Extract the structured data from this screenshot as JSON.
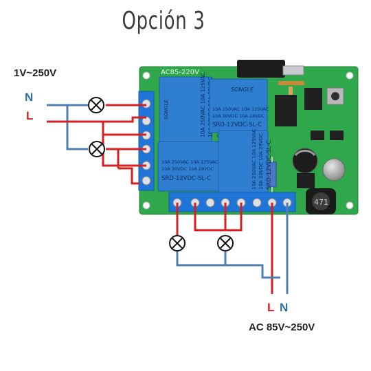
{
  "title": "Opción 3",
  "labels": {
    "top_voltage": "1V~250V",
    "top_neutral": "N",
    "top_line": "L",
    "bottom_line": "L",
    "bottom_neutral": "N",
    "bottom_voltage": "AC 85V~250V"
  },
  "board": {
    "model": "AC85-220V",
    "relay_brand": "SONGLE",
    "relay_model": "SRD-12VDC-SL-C",
    "relay_rating_1": "10A 250VAC 10A 125VAC",
    "relay_rating_2": "10A 30VDC 10A 28VDC",
    "inductor_label": "471"
  },
  "colors": {
    "line_wire": "#d42020",
    "neutral_wire": "#4f7fb0",
    "pcb": "#2ea84a",
    "relay": "#2f7fd0",
    "terminal": "#1f74d8"
  },
  "icons": {
    "lamp": "lamp-icon"
  }
}
